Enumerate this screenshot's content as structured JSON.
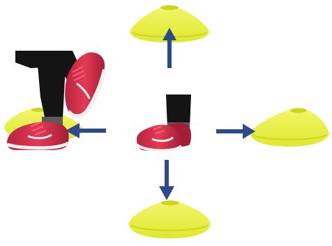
{
  "figure": {
    "kind": "agility drill illustration",
    "cone_count": 4,
    "arrow_count": 4,
    "arrow_directions": [
      "up",
      "right",
      "down",
      "left"
    ],
    "colors": {
      "background": "#ffffff",
      "cone": "#e6ee3a",
      "cone_shade": "#c9d21c",
      "cone_light": "#f4f79a",
      "arrow": "#2e4a8c",
      "shoe": "#d8324e",
      "shoe_dark": "#8a1f33",
      "sole": "#f3f1ef",
      "leggings": "#141414",
      "sock": "#5b5b5b",
      "swoosh": "#f2f2f2"
    }
  }
}
